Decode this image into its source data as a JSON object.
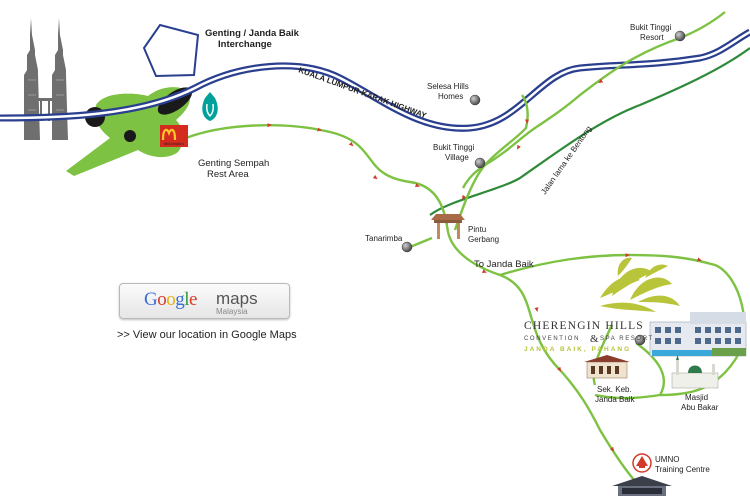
{
  "labels": {
    "interchange": [
      "Genting / Janda Baik",
      "Interchange"
    ],
    "highway": "KUALA LUMPUR-KARAK HIGHWAY",
    "rest_area": [
      "Genting Sempah",
      "Rest Area"
    ],
    "mcd": "McDonald's",
    "selesa": [
      "Selesa Hills",
      "Homes"
    ],
    "bukit_tinggi_resort": [
      "Bukit Tinggi",
      "Resort"
    ],
    "bukit_tinggi_village": [
      "Bukit Tinggi",
      "Village"
    ],
    "jalan_lama": "Jalan lama ke Bentong",
    "pintu": [
      "Pintu",
      "Gerbang"
    ],
    "tanarimba": "Tanarimba",
    "to_janda_baik": "To Janda Baik",
    "sek_keb": [
      "Sek. Keb.",
      "Janda Baik"
    ],
    "masjid": [
      "Masjid",
      "Abu Bakar"
    ],
    "umno": [
      "UMNO",
      "Training Centre"
    ]
  },
  "resort": {
    "name": "CHERENGIN HILLS",
    "sub_left": "CONVENTION",
    "amp": "&",
    "sub_right": "SPA RESORT",
    "location": "JANDA BAIK, PAHANG"
  },
  "google": {
    "word": [
      "G",
      "o",
      "o",
      "g",
      "l",
      "e"
    ],
    "maps": "maps",
    "region": "Malaysia",
    "link": ">> View our location in Google Maps"
  },
  "colors": {
    "route_green": "#7dc242",
    "road_dark_green": "#2f8a3a",
    "highway_blue": "#2a3f8f",
    "arrow_red": "#d23a2a",
    "accent_lime": "#b8c43a",
    "marker_gray": "#555555"
  }
}
